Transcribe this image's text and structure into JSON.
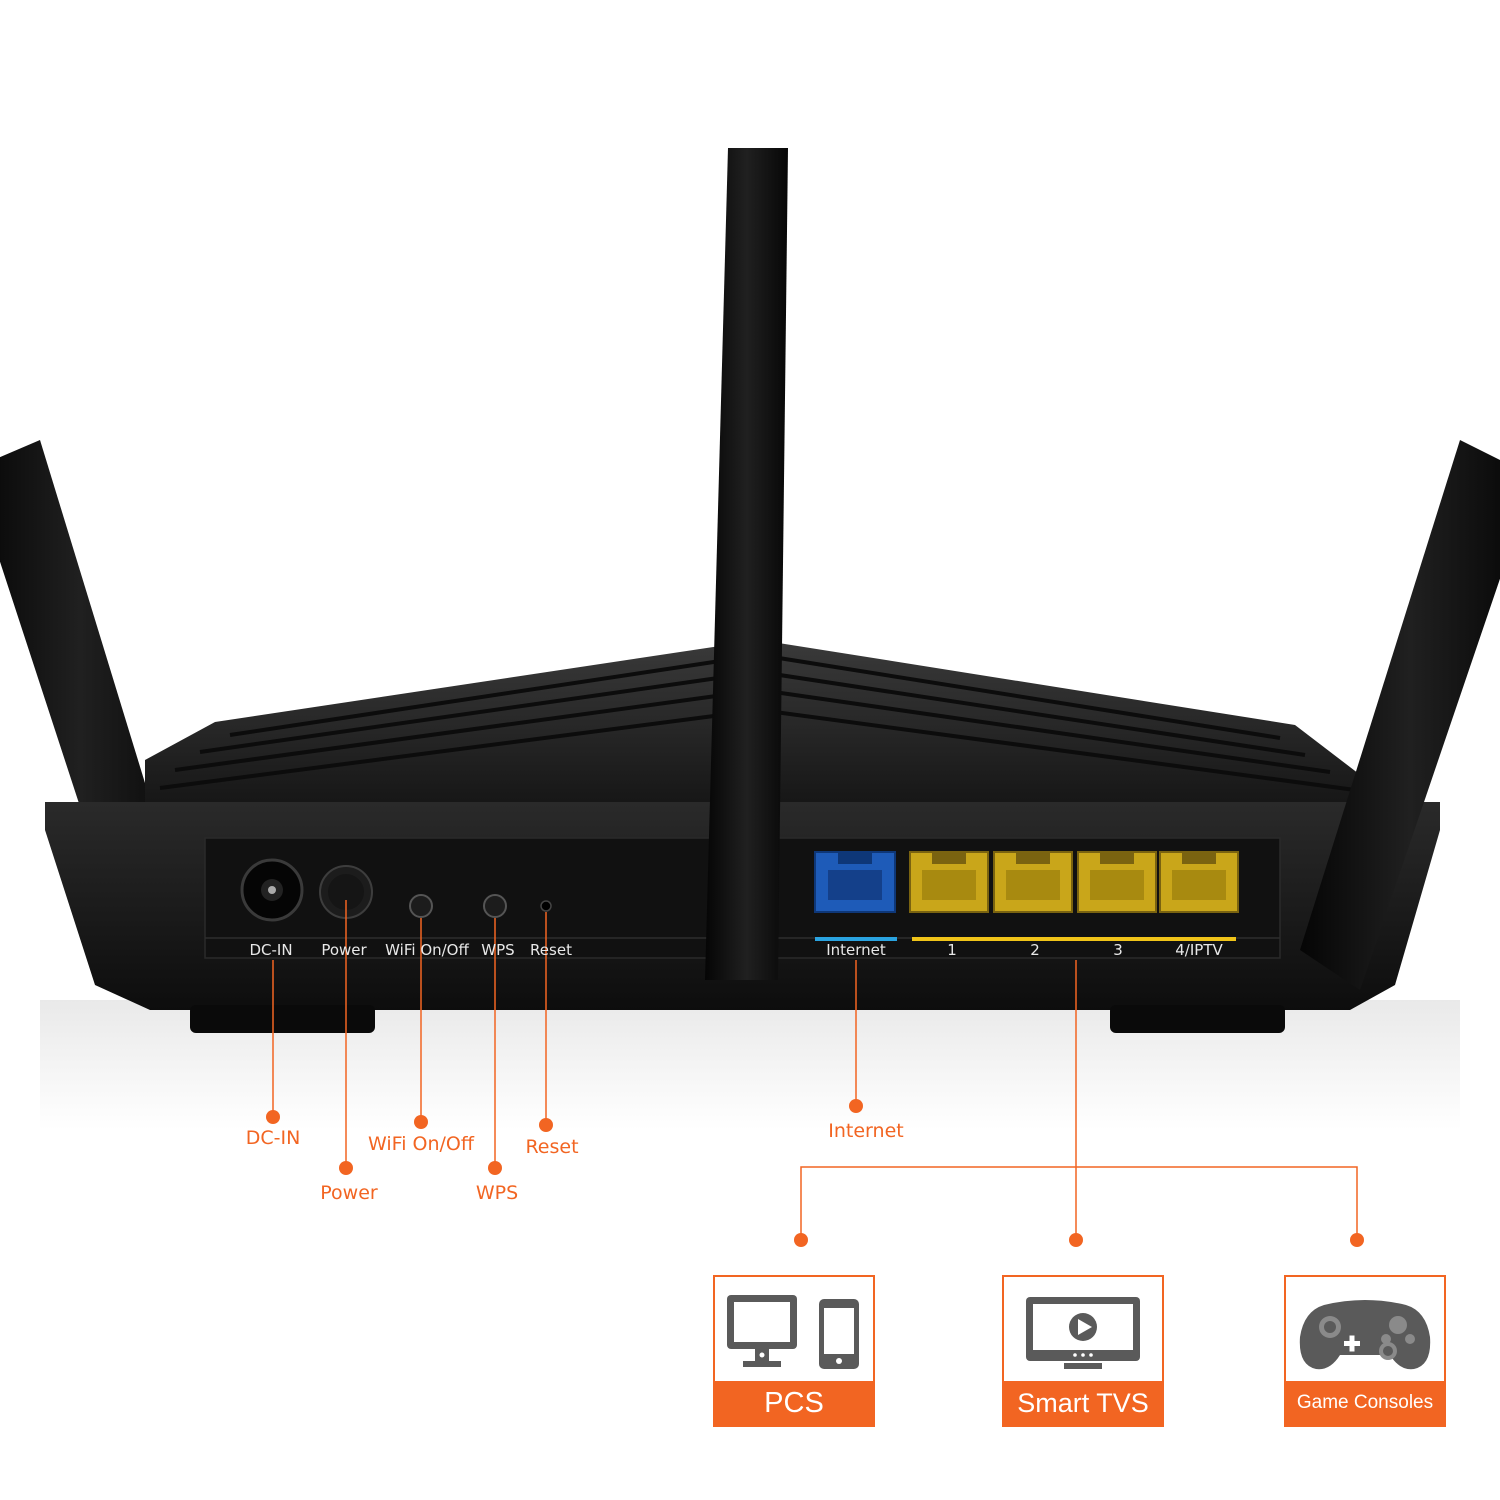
{
  "ports_panel": {
    "dc_in": "DC-IN",
    "power": "Power",
    "wifi": "WiFi On/Off",
    "wps": "WPS",
    "reset": "Reset",
    "internet": "Internet",
    "lan1": "1",
    "lan2": "2",
    "lan3": "3",
    "lan4": "4/IPTV"
  },
  "callouts": {
    "dc_in": "DC-IN",
    "power": "Power",
    "wifi": "WiFi On/Off",
    "wps": "WPS",
    "reset": "Reset",
    "internet": "Internet"
  },
  "devices": [
    {
      "label": "PCS",
      "icon": "pc-and-phone-icon"
    },
    {
      "label": "Smart TVS",
      "icon": "smart-tv-icon"
    },
    {
      "label": "Game Consoles",
      "icon": "gamepad-icon"
    }
  ],
  "colors": {
    "accent": "#f26522",
    "router_body": "#141414",
    "internet_port": "#1e5bb8",
    "lan_port": "#c9a61a",
    "internet_bar": "#2aa3e0",
    "lan_bar": "#f0c419"
  }
}
